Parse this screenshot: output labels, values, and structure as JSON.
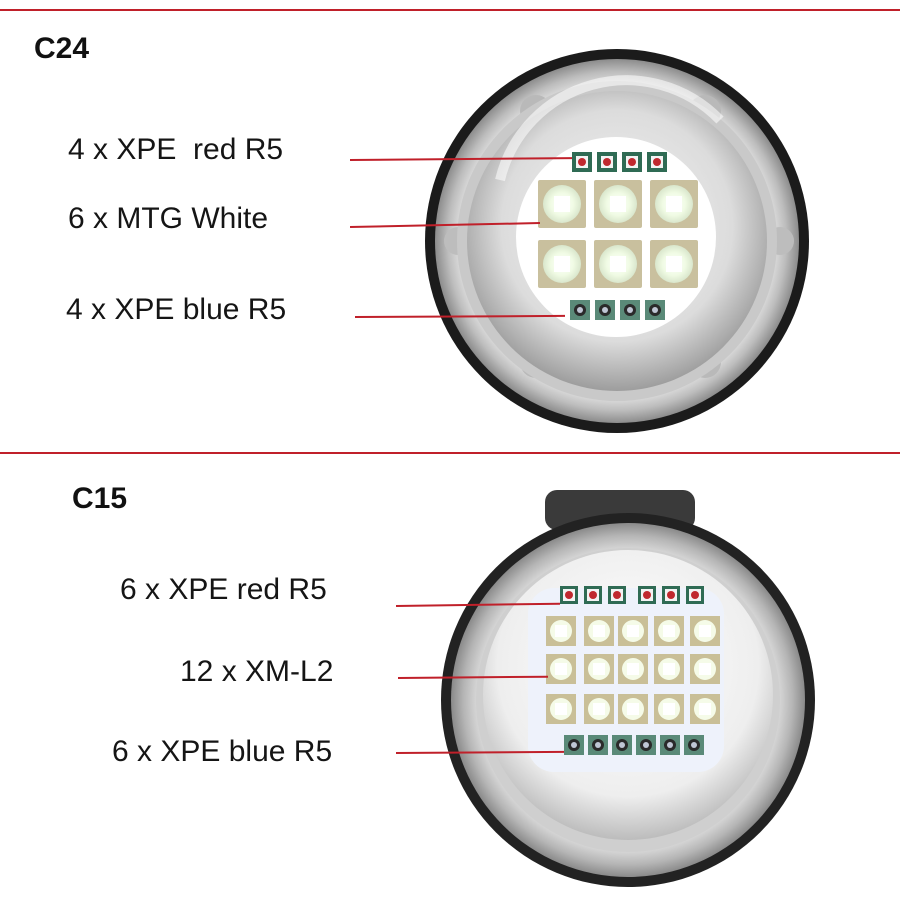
{
  "colors": {
    "divider": "#c0202a",
    "pointer": "#c0202a",
    "text": "#151515"
  },
  "panels": [
    {
      "title": "C24",
      "callouts": [
        {
          "text": "4 x XPE  red R5",
          "count": 4,
          "led": "XPE",
          "color": "red"
        },
        {
          "text": "6 x MTG White",
          "count": 6,
          "led": "MTG",
          "color": "white"
        },
        {
          "text": "4 x XPE blue R5",
          "count": 4,
          "led": "XPE",
          "color": "blue"
        }
      ]
    },
    {
      "title": "C15",
      "callouts": [
        {
          "text": "6 x XPE red R5",
          "count": 6,
          "led": "XPE",
          "color": "red"
        },
        {
          "text": "12 x XM-L2",
          "count": 12,
          "led": "XM-L2",
          "color": "white"
        },
        {
          "text": "6 x XPE blue R5",
          "count": 6,
          "led": "XPE",
          "color": "blue"
        }
      ]
    }
  ]
}
